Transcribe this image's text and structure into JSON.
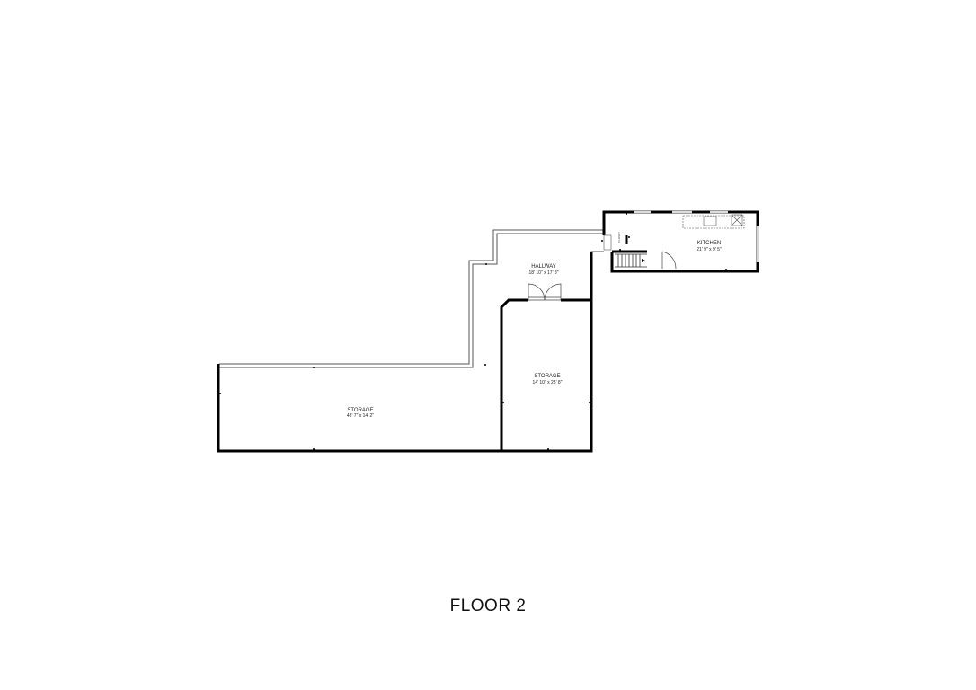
{
  "floor_title": "FLOOR 2",
  "colors": {
    "wall": "#000000",
    "thin_wall": "#555555",
    "background": "#ffffff"
  },
  "rooms": {
    "hallway": {
      "name": "HALLWAY",
      "dimensions": "18' 10\" x 17' 8\""
    },
    "kitchen": {
      "name": "KITCHEN",
      "dimensions": "21' 9\" x 9' 5\""
    },
    "storage_large": {
      "name": "STORAGE",
      "dimensions": "48' 7\" x 14' 2\""
    },
    "storage_small": {
      "name": "STORAGE",
      "dimensions": "14' 10\" x 25' 8\""
    }
  },
  "small_label": "CLOSET"
}
